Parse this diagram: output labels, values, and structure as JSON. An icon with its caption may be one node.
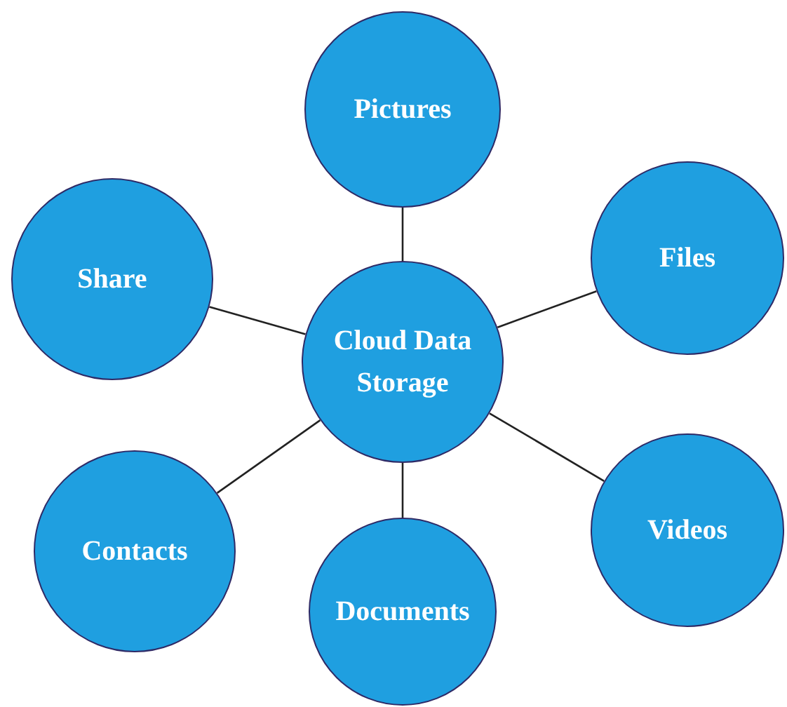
{
  "diagram": {
    "nodes": [
      {
        "text": [
          "Pictures"
        ]
      },
      {
        "text": [
          "Files"
        ]
      },
      {
        "text": [
          "Share"
        ]
      },
      {
        "text": [
          "Cloud Data Storage"
        ]
      },
      {
        "text": [
          "Videos"
        ]
      },
      {
        "text": [
          "Contacts"
        ]
      },
      {
        "text": [
          "Documents"
        ]
      }
    ],
    "edges": [
      {
        "from": 3,
        "to": 0,
        "arrow": "none"
      },
      {
        "from": 3,
        "to": 1,
        "arrow": "none"
      },
      {
        "from": 3,
        "to": 2,
        "arrow": "none"
      },
      {
        "from": 3,
        "to": 4,
        "arrow": "none"
      },
      {
        "from": 3,
        "to": 5,
        "arrow": "none"
      },
      {
        "from": 3,
        "to": 6,
        "arrow": "none"
      }
    ]
  }
}
